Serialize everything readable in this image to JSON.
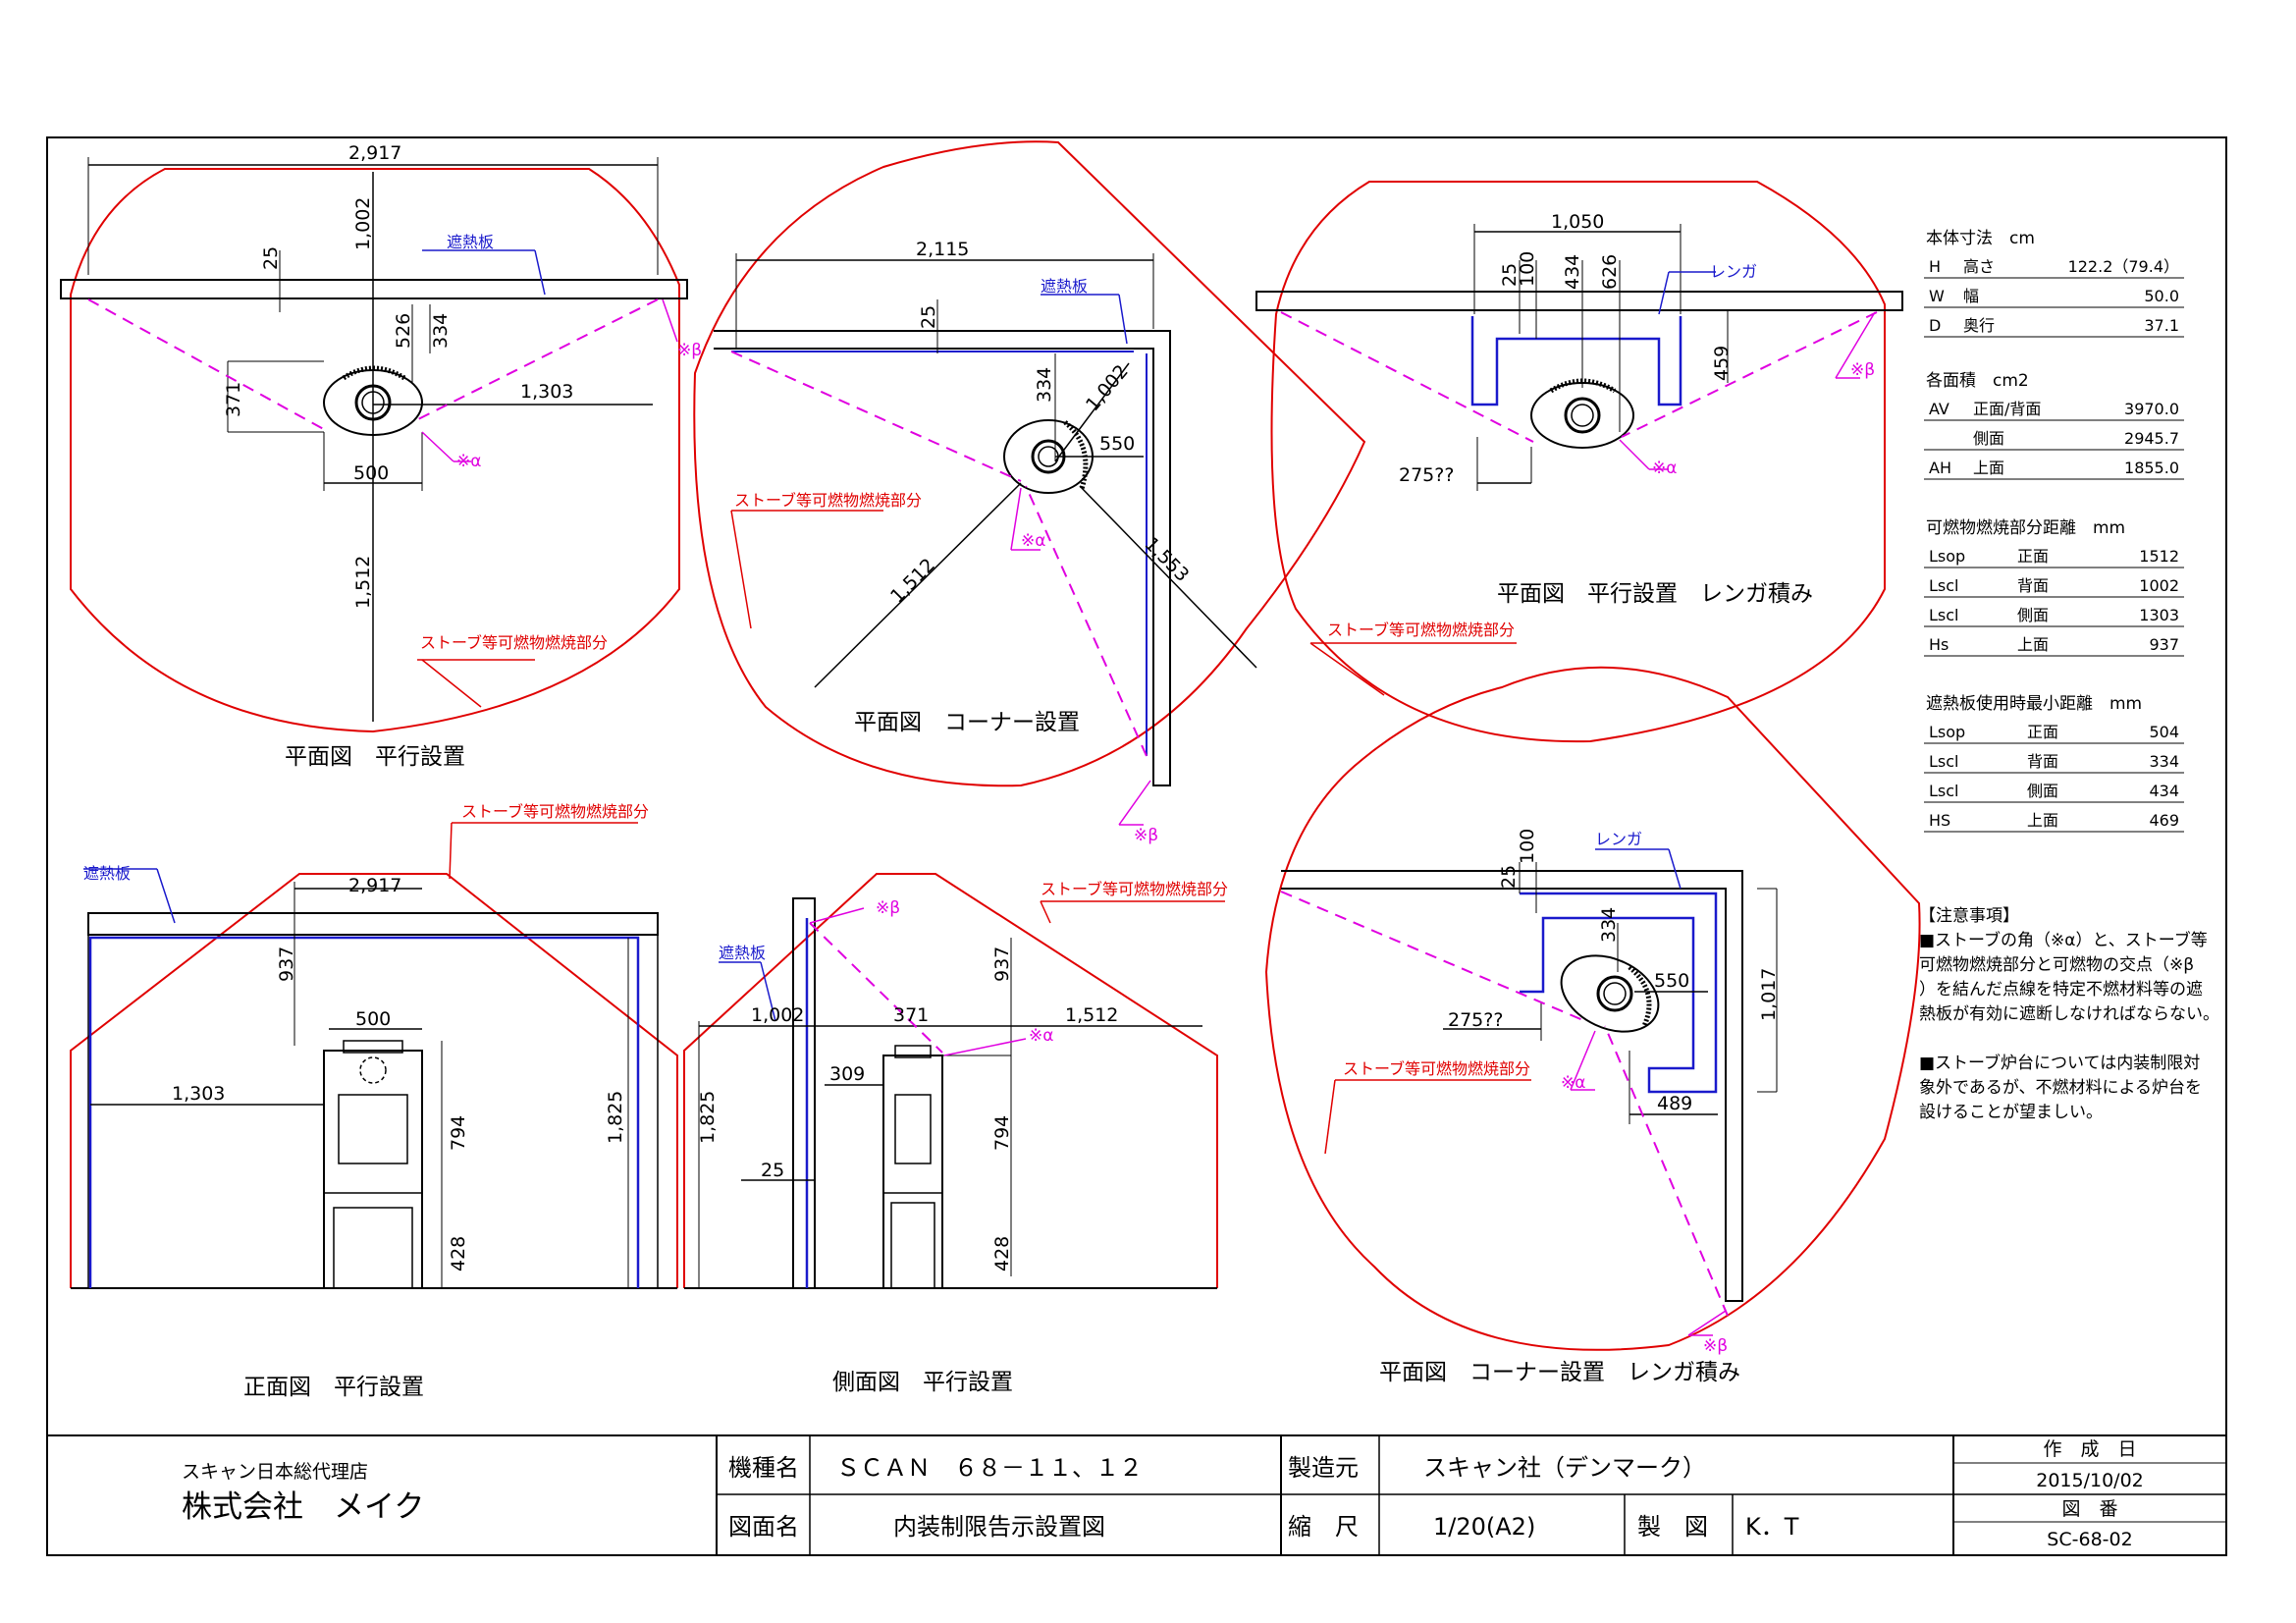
{
  "views": {
    "plan_parallel": {
      "caption": "平面図　平行設置",
      "dims": {
        "width": "2,917",
        "back": "1,002",
        "shield_gap": "25",
        "side_a": "526",
        "side_b": "334",
        "left": "371",
        "right": "1,303",
        "body_w": "500",
        "front": "1,512"
      },
      "label_combustible": "ストーブ等可燃物燃焼部分",
      "label_shield": "遮熱板",
      "alpha": "※α",
      "beta": "※β"
    },
    "plan_corner": {
      "caption": "平面図　コーナー設置",
      "dims": {
        "width": "2,115",
        "shield_gap": "25",
        "d334": "334",
        "d1002": "1,002",
        "d550": "550",
        "d1512": "1,512",
        "d1553": "1,553"
      },
      "label_combustible": "ストーブ等可燃物燃焼部分",
      "label_shield": "遮熱板",
      "alpha": "※α",
      "beta": "※β"
    },
    "plan_parallel_brick": {
      "caption": "平面図　平行設置　レンガ積み",
      "dims": {
        "width": "1,050",
        "d25": "25",
        "d100": "100",
        "d434": "434",
        "d626": "626",
        "d459": "459",
        "d275": "275??"
      },
      "label_brick": "レンガ",
      "label_combustible": "ストーブ等可燃物燃焼部分",
      "alpha": "※α",
      "beta": "※β"
    },
    "plan_corner_brick": {
      "caption": "平面図　コーナー設置　レンガ積み",
      "dims": {
        "d25": "25",
        "d100": "100",
        "d334": "334",
        "d550": "550",
        "d1017": "1,017",
        "d275": "275??",
        "d489": "489"
      },
      "label_brick": "レンガ",
      "label_combustible": "ストーブ等可燃物燃焼部分",
      "alpha": "※α",
      "beta": "※β"
    },
    "front_parallel": {
      "caption": "正面図　平行設置",
      "dims": {
        "width": "2,917",
        "d937": "937",
        "body_w": "500",
        "d1303": "1,303",
        "d794": "794",
        "d428": "428",
        "d1825": "1,825"
      },
      "label_shield": "遮熱板",
      "label_combustible": "ストーブ等可燃物燃焼部分"
    },
    "side_parallel": {
      "caption": "側面図　平行設置",
      "dims": {
        "d1002": "1,002",
        "d371": "371",
        "d1512": "1,512",
        "d937": "937",
        "d309": "309",
        "d25": "25",
        "d1825": "1,825",
        "d794": "794",
        "d428": "428"
      },
      "label_shield": "遮熱板",
      "label_combustible": "ストーブ等可燃物燃焼部分",
      "alpha": "※α",
      "beta": "※β"
    }
  },
  "specs": {
    "body": {
      "title": "本体寸法　cm",
      "rows": [
        [
          "H",
          "高さ",
          "122.2（79.4）"
        ],
        [
          "W",
          "幅",
          "50.0"
        ],
        [
          "D",
          "奥行",
          "37.1"
        ]
      ]
    },
    "area": {
      "title": "各面積　cm2",
      "rows": [
        [
          "AV",
          "正面/背面",
          "3970.0"
        ],
        [
          "",
          "側面",
          "2945.7"
        ],
        [
          "AH",
          "上面",
          "1855.0"
        ]
      ]
    },
    "distance": {
      "title": "可燃物燃焼部分距離　mm",
      "rows": [
        [
          "Lsop",
          "正面",
          "1512"
        ],
        [
          "Lscl",
          "背面",
          "1002"
        ],
        [
          "Lscl",
          "側面",
          "1303"
        ],
        [
          "Hs",
          "上面",
          "937"
        ]
      ]
    },
    "shield_distance": {
      "title": "遮熱板使用時最小距離　mm",
      "rows": [
        [
          "Lsop",
          "正面",
          "504"
        ],
        [
          "Lscl",
          "背面",
          "334"
        ],
        [
          "Lscl",
          "側面",
          "434"
        ],
        [
          "HS",
          "上面",
          "469"
        ]
      ]
    }
  },
  "notes": {
    "title": "【注意事項】",
    "lines": [
      "■ストーブの角（※α）と、ストーブ等",
      "可燃物燃焼部分と可燃物の交点（※β",
      "）を結んだ点線を特定不燃材料等の遮",
      "熱板が有効に遮断しなければならない。",
      "",
      "■ストーブ炉台については内装制限対",
      "象外であるが、不燃材料による炉台を",
      "設けることが望ましい。"
    ]
  },
  "title_block": {
    "agent": "スキャン日本総代理店",
    "company": "株式会社　メイク",
    "model_label": "機種名",
    "model": "ＳＣＡＮ　６８－１１、１２",
    "drawing_label": "図面名",
    "drawing": "内装制限告示設置図",
    "maker_label": "製造元",
    "maker": "スキャン社（デンマーク）",
    "scale_label": "縮　尺",
    "scale": "1/20(A2)",
    "drawn_label": "製　図",
    "drawn": "K．T",
    "date_label": "作　成　日",
    "date": "2015/10/02",
    "number_label": "図　番",
    "number": "SC-68-02"
  },
  "colors": {
    "red": "#e00000",
    "blue": "#1a1acc",
    "magenta": "#e000e0",
    "black": "#000000"
  }
}
